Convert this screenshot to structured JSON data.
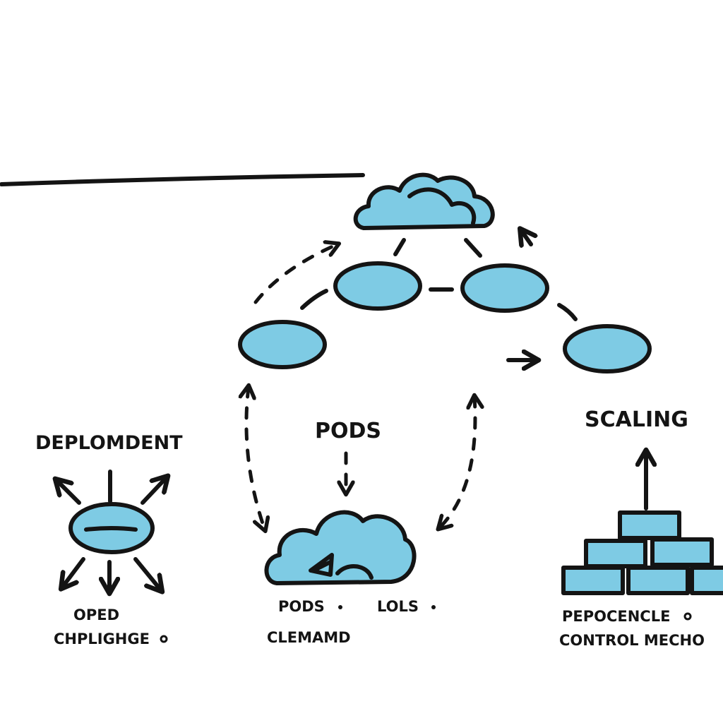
{
  "colors": {
    "node_fill": "#7ecbe4",
    "ink": "#141414",
    "dot_accent": "#1f3d52"
  },
  "labels": {
    "deployment": "DEPLOMDENT",
    "pods_top": "PODS",
    "scaling": "SCALING",
    "deployment_sub1": "OPED",
    "deployment_sub2": "CHPLIGHGE",
    "pods_sub1": "PODS",
    "pods_sub2": "LOLS",
    "pods_sub3": "CLEMAMD",
    "scaling_sub1": "PEPOCENCLE",
    "scaling_sub2": "CONTROL MECHO"
  },
  "icons": [
    "cloud-icon",
    "pod-ellipse-icon",
    "arrow-icon",
    "brick-stack-icon"
  ]
}
